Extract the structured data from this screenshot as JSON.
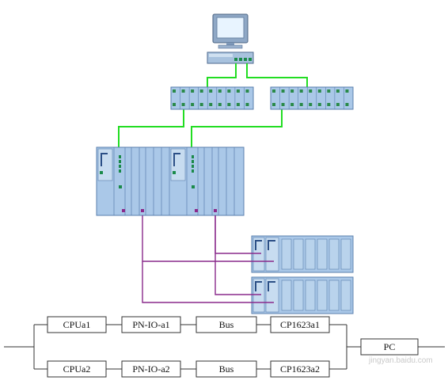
{
  "diagram": {
    "blocks": {
      "cpu_a1": "CPUa1",
      "pnio_a1": "PN-IO-a1",
      "bus_1": "Bus",
      "cp_a1": "CP1623a1",
      "cpu_a2": "CPUa2",
      "pnio_a2": "PN-IO-a2",
      "bus_2": "Bus",
      "cp_a2": "CP1623a2",
      "pc": "PC"
    },
    "watermark": "jingyan.baidu.com",
    "colors": {
      "profinet": "#22dd22",
      "profibus": "#8a2a8c",
      "module_fill": "#aac8e8",
      "module_edge": "#5a7fae",
      "led": "#1a8a4a",
      "port": "#2a8a4a"
    },
    "icons": {
      "workstation": "pc-workstation-icon",
      "switches": "network-switch-icon",
      "plc": "s7-400h-rack-icon",
      "io": "et200-io-station-icon"
    }
  }
}
